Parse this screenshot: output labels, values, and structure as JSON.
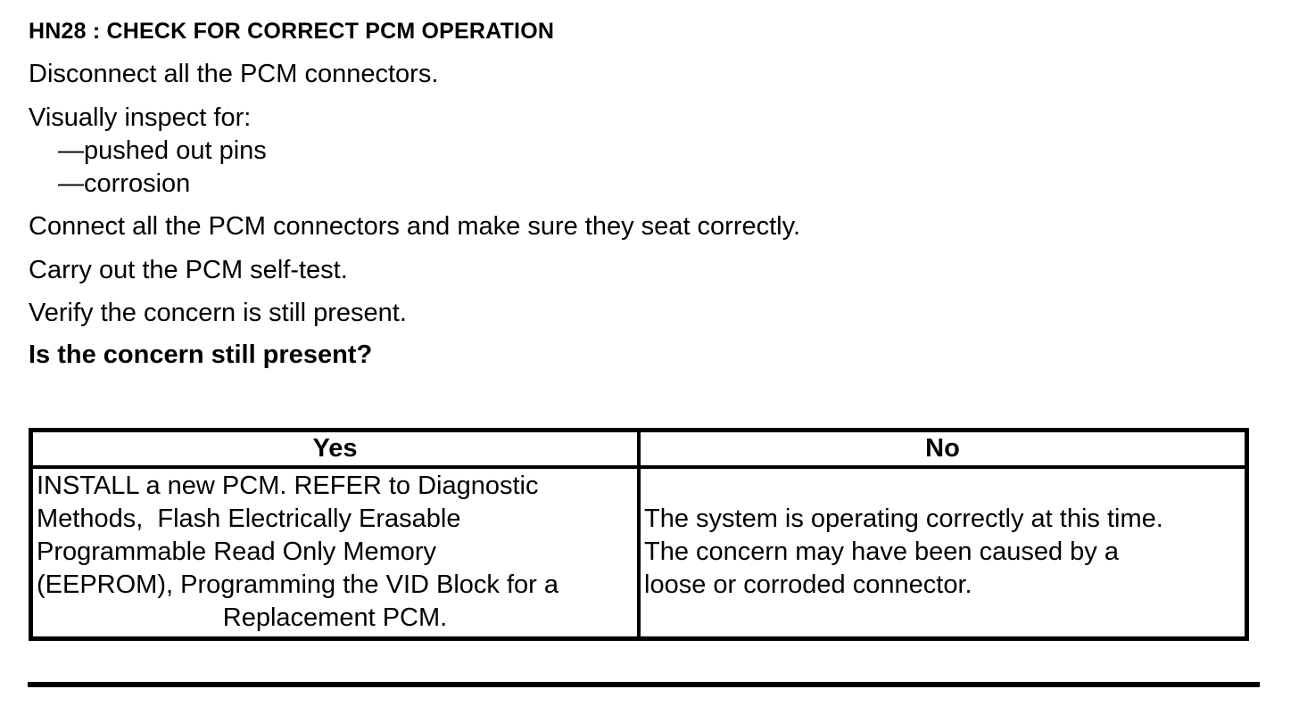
{
  "document": {
    "heading": "HN28 : CHECK FOR CORRECT PCM OPERATION",
    "steps": {
      "disconnect": "Disconnect all the PCM connectors.",
      "inspect_intro": "Visually inspect for:",
      "inspect_items": [
        "—pushed out pins",
        "—corrosion"
      ],
      "connect": "Connect all the PCM connectors and make sure they seat correctly.",
      "self_test": "Carry out the PCM self-test.",
      "verify": "Verify the concern is still present.",
      "question": "Is the concern still present?"
    },
    "result_table": {
      "yes_header": "Yes",
      "no_header": "No",
      "yes_lines": [
        "INSTALL a new PCM. REFER to Diagnostic",
        "Methods,  Flash Electrically Erasable",
        "Programmable Read Only Memory",
        "(EEPROM), Programming the VID Block for a",
        "Replacement PCM."
      ],
      "no_lines": [
        "The system is operating correctly at this time.",
        "The concern may have been caused by a",
        "loose or corroded connector."
      ]
    },
    "colors": {
      "text": "#000000",
      "background": "#ffffff",
      "border": "#000000"
    }
  }
}
